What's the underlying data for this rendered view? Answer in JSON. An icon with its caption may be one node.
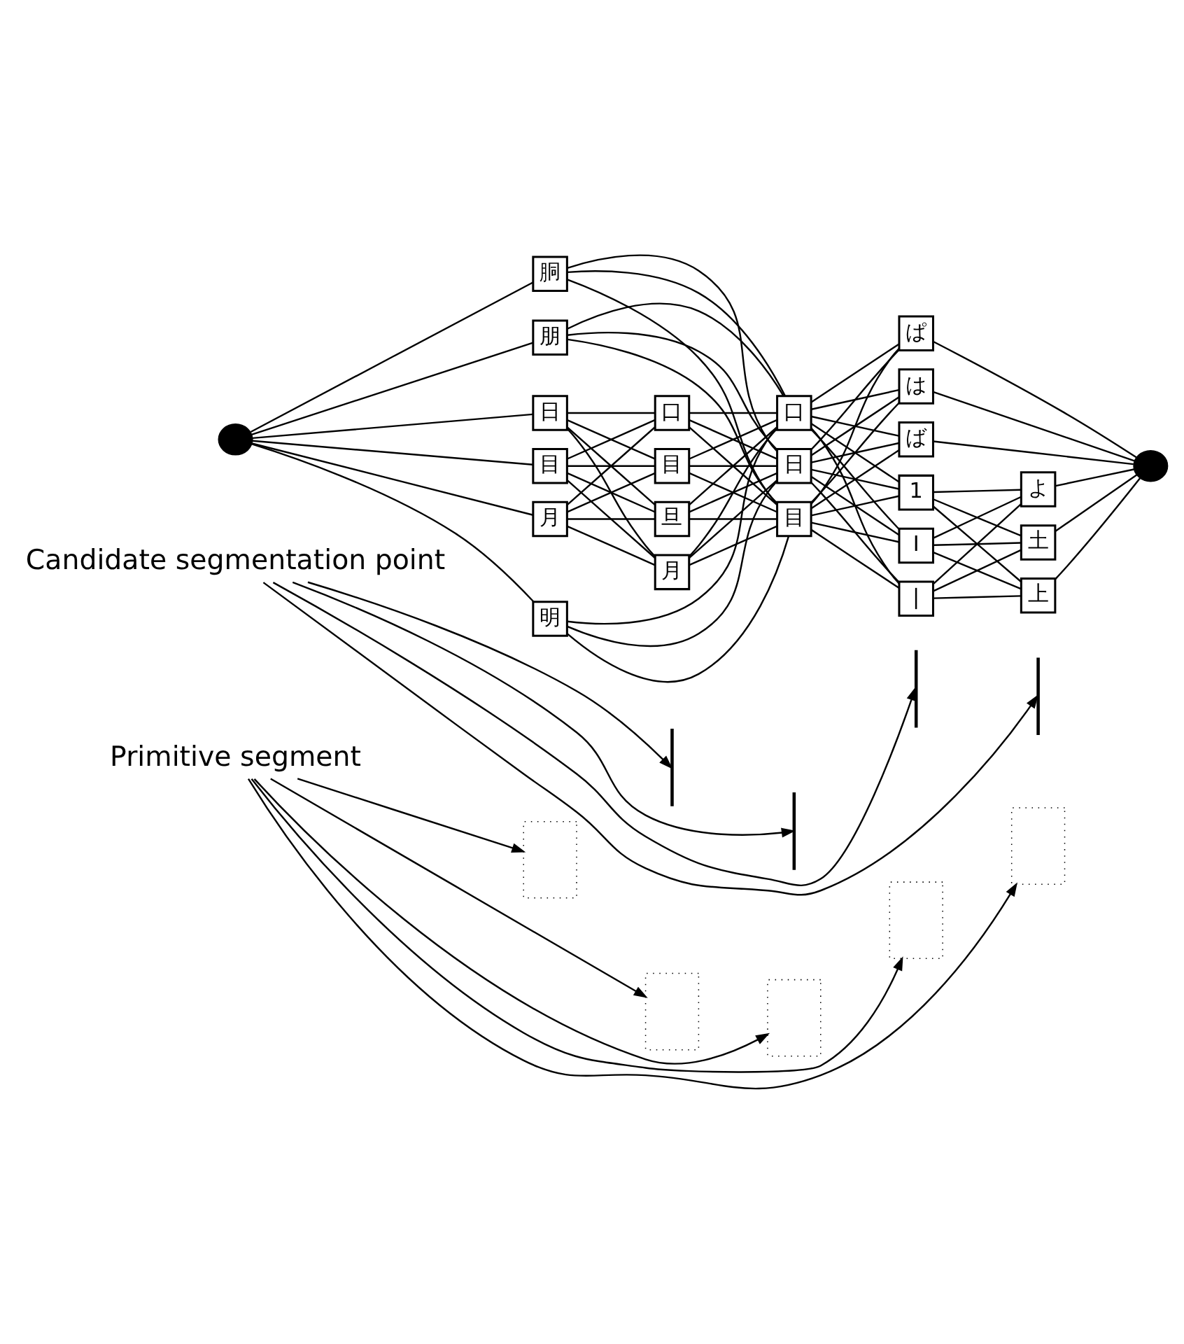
{
  "diagram": {
    "nodes": [
      {
        "text": [
          "Primitive segment"
        ]
      },
      {
        "text": [
          "Candidate segmentation point"
        ]
      },
      {
        "text": [],
        "shape": "box"
      },
      {
        "text": [],
        "shape": "bar"
      },
      {
        "text": [],
        "shape": "box"
      },
      {
        "text": [],
        "shape": "bar"
      },
      {
        "text": [],
        "shape": "box"
      },
      {
        "text": [],
        "shape": "bar"
      },
      {
        "text": [],
        "shape": "box"
      },
      {
        "text": [],
        "shape": "bar"
      },
      {
        "text": [],
        "shape": "box"
      },
      {
        "text": [],
        "shape": "circle"
      },
      {
        "text": [
          "日"
        ]
      },
      {
        "text": [
          "目"
        ]
      },
      {
        "text": [
          "月"
        ]
      },
      {
        "text": [
          "月"
        ]
      },
      {
        "text": [
          "口"
        ]
      },
      {
        "text": [
          "目"
        ]
      },
      {
        "text": [
          "旦"
        ]
      },
      {
        "text": [
          "朋"
        ]
      },
      {
        "text": [
          "胴"
        ]
      },
      {
        "text": [
          "明"
        ]
      },
      {
        "text": [
          "口"
        ]
      },
      {
        "text": [
          "目"
        ]
      },
      {
        "text": [
          "日"
        ]
      },
      {
        "text": [
          "1"
        ]
      },
      {
        "text": [
          "I"
        ]
      },
      {
        "text": [
          "|"
        ]
      },
      {
        "text": [
          "ぱ"
        ]
      },
      {
        "text": [
          "は"
        ]
      },
      {
        "text": [
          "ば"
        ]
      },
      {
        "text": [
          "よ"
        ]
      },
      {
        "text": [
          "土"
        ]
      },
      {
        "text": [
          "上"
        ]
      },
      {
        "text": [],
        "shape": "circle"
      }
    ],
    "edges": [
      {
        "from": 0,
        "to": 2,
        "arrow": "to"
      },
      {
        "from": 0,
        "to": 4,
        "arrow": "to"
      },
      {
        "from": 0,
        "to": 6,
        "arrow": "to"
      },
      {
        "from": 0,
        "to": 8,
        "arrow": "to"
      },
      {
        "from": 0,
        "to": 10,
        "arrow": "to"
      },
      {
        "from": 1,
        "to": 3,
        "arrow": "to"
      },
      {
        "from": 1,
        "to": 5,
        "arrow": "to"
      },
      {
        "from": 1,
        "to": 7,
        "arrow": "to"
      },
      {
        "from": 1,
        "to": 9,
        "arrow": "to"
      },
      {
        "from": 11,
        "to": 12,
        "arrow": "none"
      },
      {
        "from": 11,
        "to": 13,
        "arrow": "none"
      },
      {
        "from": 11,
        "to": 14,
        "arrow": "none"
      },
      {
        "from": 11,
        "to": 19,
        "arrow": "none"
      },
      {
        "from": 11,
        "to": 20,
        "arrow": "none"
      },
      {
        "from": 11,
        "to": 21,
        "arrow": "none"
      },
      {
        "from": 12,
        "to": 15,
        "arrow": "none"
      },
      {
        "from": 12,
        "to": 16,
        "arrow": "none"
      },
      {
        "from": 12,
        "to": 17,
        "arrow": "none"
      },
      {
        "from": 12,
        "to": 18,
        "arrow": "none"
      },
      {
        "from": 13,
        "to": 15,
        "arrow": "none"
      },
      {
        "from": 13,
        "to": 16,
        "arrow": "none"
      },
      {
        "from": 13,
        "to": 17,
        "arrow": "none"
      },
      {
        "from": 13,
        "to": 18,
        "arrow": "none"
      },
      {
        "from": 14,
        "to": 15,
        "arrow": "none"
      },
      {
        "from": 14,
        "to": 16,
        "arrow": "none"
      },
      {
        "from": 14,
        "to": 17,
        "arrow": "none"
      },
      {
        "from": 14,
        "to": 18,
        "arrow": "none"
      },
      {
        "from": 15,
        "to": 22,
        "arrow": "none"
      },
      {
        "from": 15,
        "to": 23,
        "arrow": "none"
      },
      {
        "from": 15,
        "to": 24,
        "arrow": "none"
      },
      {
        "from": 16,
        "to": 22,
        "arrow": "none"
      },
      {
        "from": 16,
        "to": 23,
        "arrow": "none"
      },
      {
        "from": 16,
        "to": 24,
        "arrow": "none"
      },
      {
        "from": 17,
        "to": 22,
        "arrow": "none"
      },
      {
        "from": 17,
        "to": 23,
        "arrow": "none"
      },
      {
        "from": 17,
        "to": 24,
        "arrow": "none"
      },
      {
        "from": 18,
        "to": 22,
        "arrow": "none"
      },
      {
        "from": 18,
        "to": 23,
        "arrow": "none"
      },
      {
        "from": 18,
        "to": 24,
        "arrow": "none"
      },
      {
        "from": 19,
        "to": 22,
        "arrow": "none"
      },
      {
        "from": 19,
        "to": 23,
        "arrow": "none"
      },
      {
        "from": 19,
        "to": 24,
        "arrow": "none"
      },
      {
        "from": 20,
        "to": 22,
        "arrow": "none"
      },
      {
        "from": 20,
        "to": 23,
        "arrow": "none"
      },
      {
        "from": 20,
        "to": 24,
        "arrow": "none"
      },
      {
        "from": 21,
        "to": 22,
        "arrow": "none"
      },
      {
        "from": 21,
        "to": 23,
        "arrow": "none"
      },
      {
        "from": 21,
        "to": 24,
        "arrow": "none"
      },
      {
        "from": 22,
        "to": 25,
        "arrow": "none"
      },
      {
        "from": 22,
        "to": 26,
        "arrow": "none"
      },
      {
        "from": 22,
        "to": 27,
        "arrow": "none"
      },
      {
        "from": 22,
        "to": 28,
        "arrow": "none"
      },
      {
        "from": 22,
        "to": 29,
        "arrow": "none"
      },
      {
        "from": 22,
        "to": 30,
        "arrow": "none"
      },
      {
        "from": 23,
        "to": 25,
        "arrow": "none"
      },
      {
        "from": 23,
        "to": 26,
        "arrow": "none"
      },
      {
        "from": 23,
        "to": 27,
        "arrow": "none"
      },
      {
        "from": 23,
        "to": 28,
        "arrow": "none"
      },
      {
        "from": 23,
        "to": 29,
        "arrow": "none"
      },
      {
        "from": 23,
        "to": 30,
        "arrow": "none"
      },
      {
        "from": 24,
        "to": 25,
        "arrow": "none"
      },
      {
        "from": 24,
        "to": 26,
        "arrow": "none"
      },
      {
        "from": 24,
        "to": 27,
        "arrow": "none"
      },
      {
        "from": 24,
        "to": 28,
        "arrow": "none"
      },
      {
        "from": 24,
        "to": 29,
        "arrow": "none"
      },
      {
        "from": 24,
        "to": 30,
        "arrow": "none"
      },
      {
        "from": 25,
        "to": 31,
        "arrow": "none"
      },
      {
        "from": 25,
        "to": 32,
        "arrow": "none"
      },
      {
        "from": 25,
        "to": 33,
        "arrow": "none"
      },
      {
        "from": 26,
        "to": 31,
        "arrow": "none"
      },
      {
        "from": 26,
        "to": 32,
        "arrow": "none"
      },
      {
        "from": 26,
        "to": 33,
        "arrow": "none"
      },
      {
        "from": 27,
        "to": 31,
        "arrow": "none"
      },
      {
        "from": 27,
        "to": 32,
        "arrow": "none"
      },
      {
        "from": 27,
        "to": 33,
        "arrow": "none"
      },
      {
        "from": 31,
        "to": 34,
        "arrow": "none"
      },
      {
        "from": 32,
        "to": 34,
        "arrow": "none"
      },
      {
        "from": 33,
        "to": 34,
        "arrow": "none"
      },
      {
        "from": 28,
        "to": 34,
        "arrow": "none"
      },
      {
        "from": 29,
        "to": 34,
        "arrow": "none"
      },
      {
        "from": 30,
        "to": 34,
        "arrow": "none"
      }
    ]
  }
}
